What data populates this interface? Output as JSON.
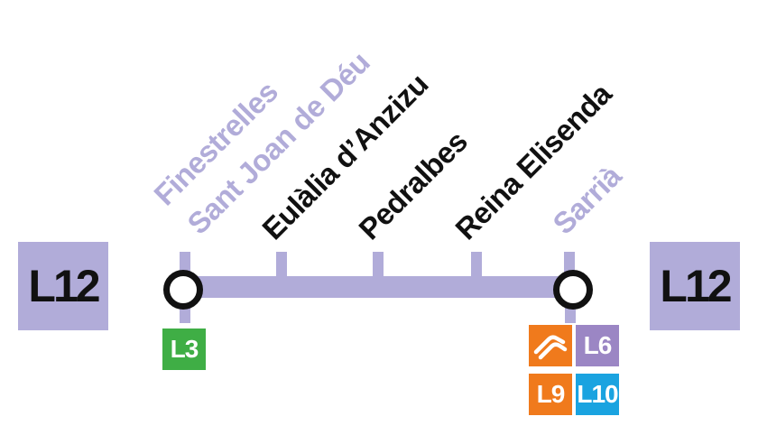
{
  "line": {
    "name": "L12",
    "color": "#b1acd9"
  },
  "stations": [
    {
      "label": "Finestrelles",
      "status": "planned",
      "color": "#b1acd9"
    },
    {
      "label": "Sant Joan de Déu",
      "status": "planned",
      "color": "#b1acd9"
    },
    {
      "label": "Eulàlia d’Anzizu",
      "status": "new",
      "color": "#111111"
    },
    {
      "label": "Pedralbes",
      "status": "new",
      "color": "#111111"
    },
    {
      "label": "Reina Elisenda",
      "status": "new",
      "color": "#111111"
    },
    {
      "label": "Sarrià",
      "status": "existing",
      "color": "#b1acd9"
    }
  ],
  "connections": {
    "left": [
      {
        "label": "L3",
        "color": "#3fae45"
      }
    ],
    "right": [
      {
        "label": "",
        "icon": "fgc-logo-icon",
        "color": "#f07a1c"
      },
      {
        "label": "L6",
        "color": "#9b86c4"
      },
      {
        "label": "L9",
        "color": "#f07a1c"
      },
      {
        "label": "L10",
        "color": "#1aa3e0"
      }
    ]
  }
}
